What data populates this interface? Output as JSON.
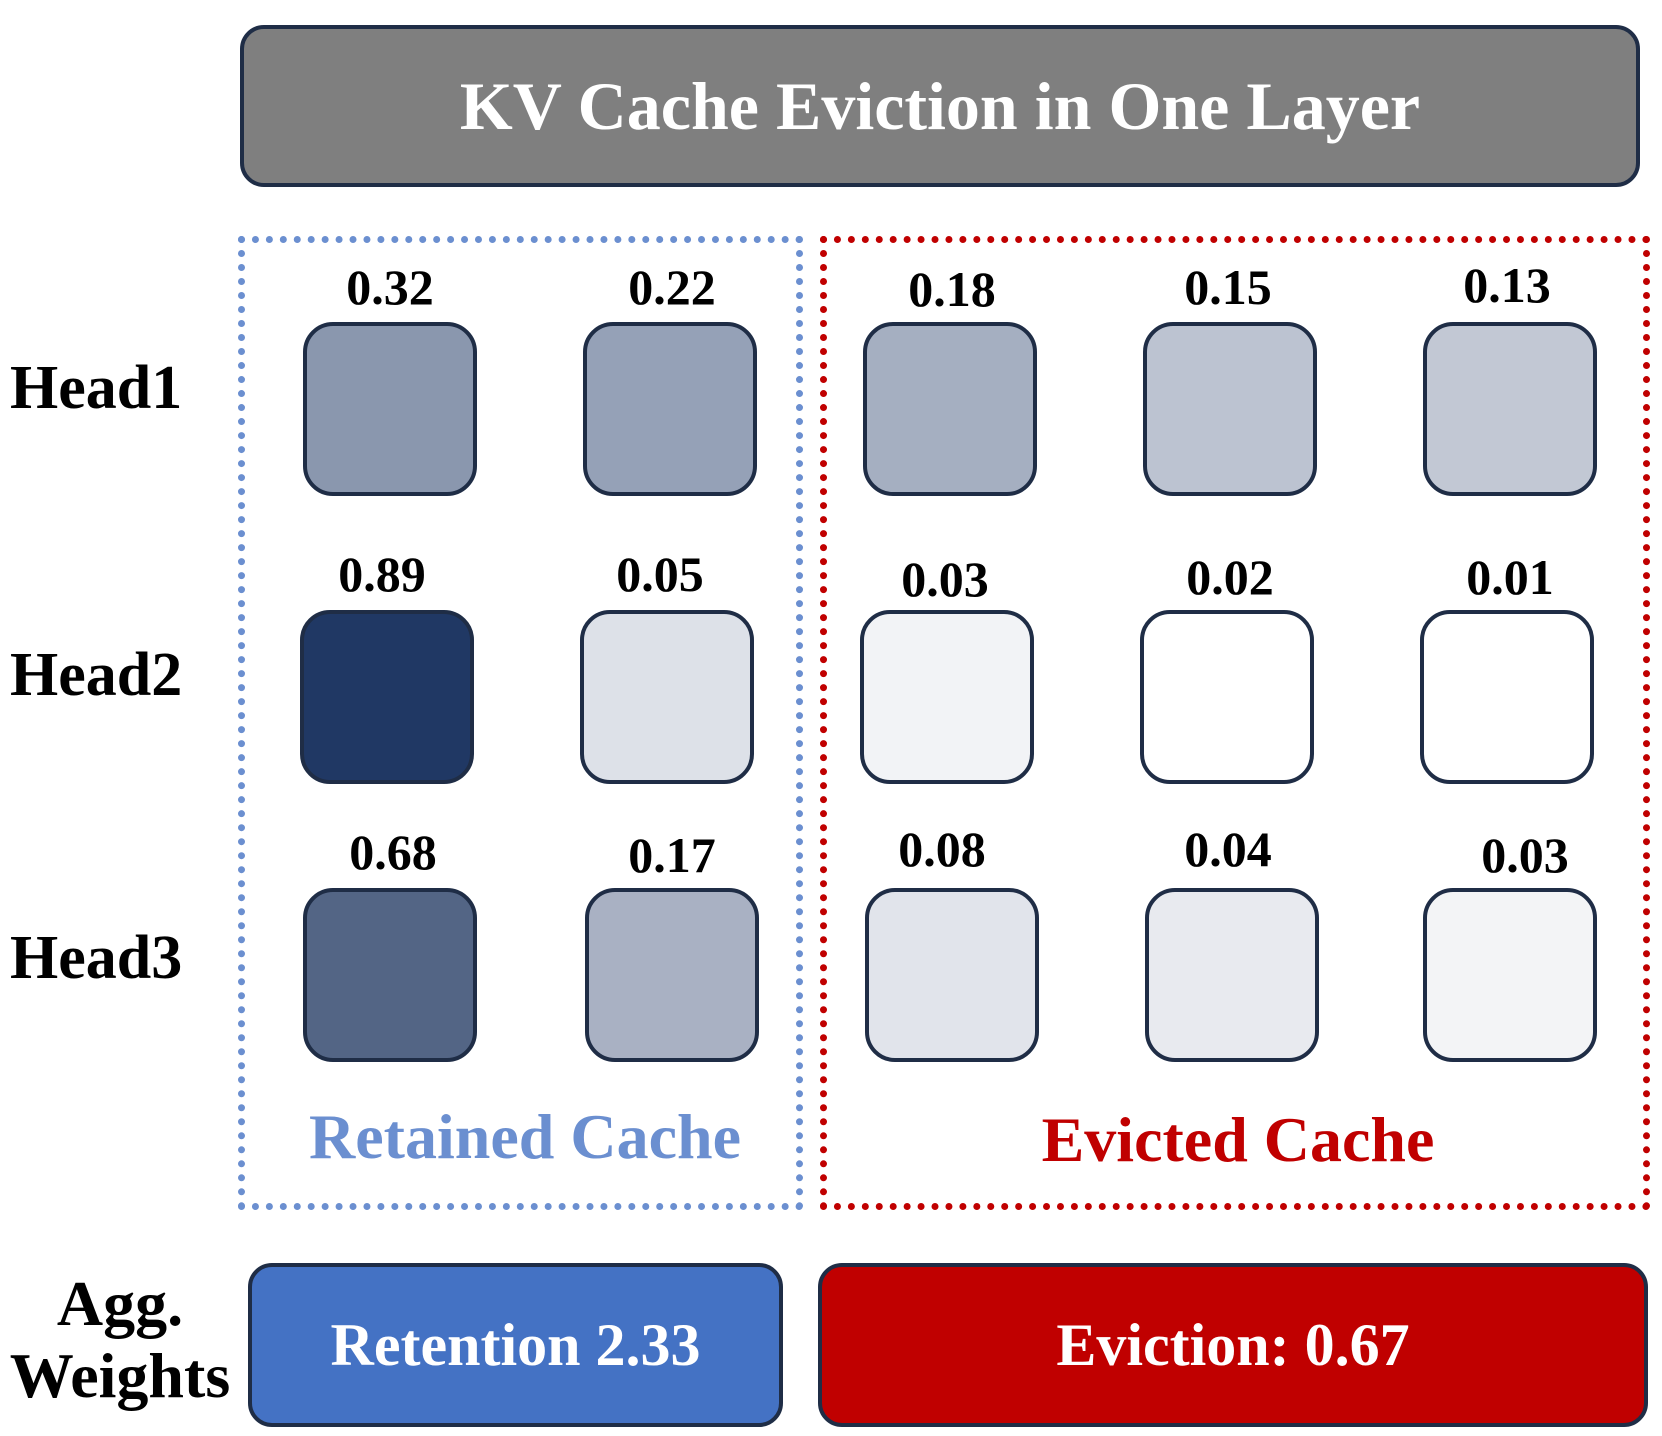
{
  "title": "KV Cache Eviction in One Layer",
  "heads": [
    {
      "label": "Head1",
      "weights": [
        "0.32",
        "0.22",
        "0.18",
        "0.15",
        "0.13"
      ],
      "fills": [
        "#8a97ae",
        "#95a1b7",
        "#a5afc1",
        "#bcc3d1",
        "#c2c8d4"
      ]
    },
    {
      "label": "Head2",
      "weights": [
        "0.89",
        "0.05",
        "0.03",
        "0.02",
        "0.01"
      ],
      "fills": [
        "#203864",
        "#dde1e8",
        "#f2f3f6",
        "#ffffff",
        "#ffffff"
      ]
    },
    {
      "label": "Head3",
      "weights": [
        "0.68",
        "0.17",
        "0.08",
        "0.04",
        "0.03"
      ],
      "fills": [
        "#536585",
        "#a9b1c3",
        "#e1e4eb",
        "#e8eaef",
        "#f3f4f6"
      ]
    }
  ],
  "regions": {
    "retained_label": "Retained Cache",
    "evicted_label": "Evicted Cache",
    "retained_color": "#6b8fd0",
    "evicted_color": "#c00000"
  },
  "aggregate": {
    "label_line1": "Agg.",
    "label_line2": "Weights",
    "retention_text": "Retention 2.33",
    "eviction_text": "Eviction: 0.67",
    "retention_color": "#4472c4",
    "eviction_color": "#c00000"
  }
}
